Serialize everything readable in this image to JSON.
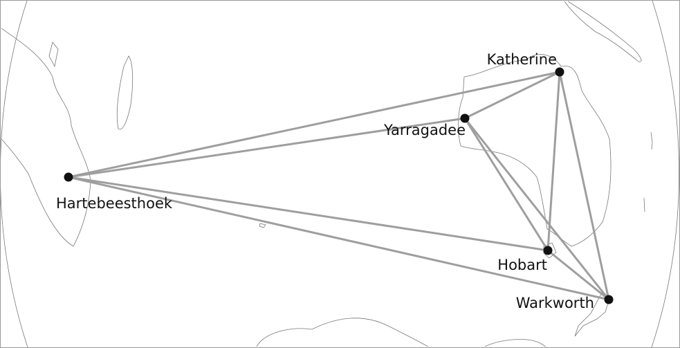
{
  "stations": [
    {
      "id": "hartebeesthoek",
      "name": "Hartebeesthoek"
    },
    {
      "id": "yarragadee",
      "name": "Yarragadee"
    },
    {
      "id": "katherine",
      "name": "Katherine"
    },
    {
      "id": "hobart",
      "name": "Hobart"
    },
    {
      "id": "warkworth",
      "name": "Warkworth"
    }
  ],
  "baselines": [
    [
      "hartebeesthoek",
      "katherine"
    ],
    [
      "hartebeesthoek",
      "yarragadee"
    ],
    [
      "hartebeesthoek",
      "hobart"
    ],
    [
      "hartebeesthoek",
      "warkworth"
    ],
    [
      "yarragadee",
      "katherine"
    ],
    [
      "yarragadee",
      "hobart"
    ],
    [
      "yarragadee",
      "warkworth"
    ],
    [
      "katherine",
      "hobart"
    ],
    [
      "katherine",
      "warkworth"
    ],
    [
      "hobart",
      "warkworth"
    ]
  ],
  "colors": {
    "baseline": "#9e9e9e",
    "station": "#111111",
    "coast": "#777777"
  }
}
